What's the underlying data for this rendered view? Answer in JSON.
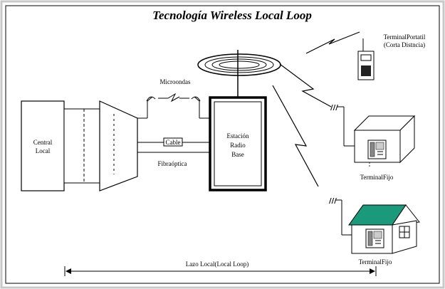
{
  "title": "Tecnología Wireless Local Loop",
  "labels": {
    "central_line1": "Central",
    "central_line2": "Local",
    "microondas": "Microondas",
    "cable": "Cable",
    "fibra": "Fibraóptica",
    "estacion_line1": "Estación",
    "estacion_line2": "Radio",
    "estacion_line3": "Base",
    "portatil_line1": "TerminalPortatil",
    "portatil_line2": "(Corta Distncia)",
    "terminal_fijo_1": "TerminalFijo",
    "terminal_fijo_2": "TerminalFijo",
    "lazo_local": "Lazo Local(Local Loop)"
  },
  "colors": {
    "line": "#000000",
    "frame": "#c8c8c8",
    "roof": "#1a9a7a",
    "background": "#ffffff"
  }
}
